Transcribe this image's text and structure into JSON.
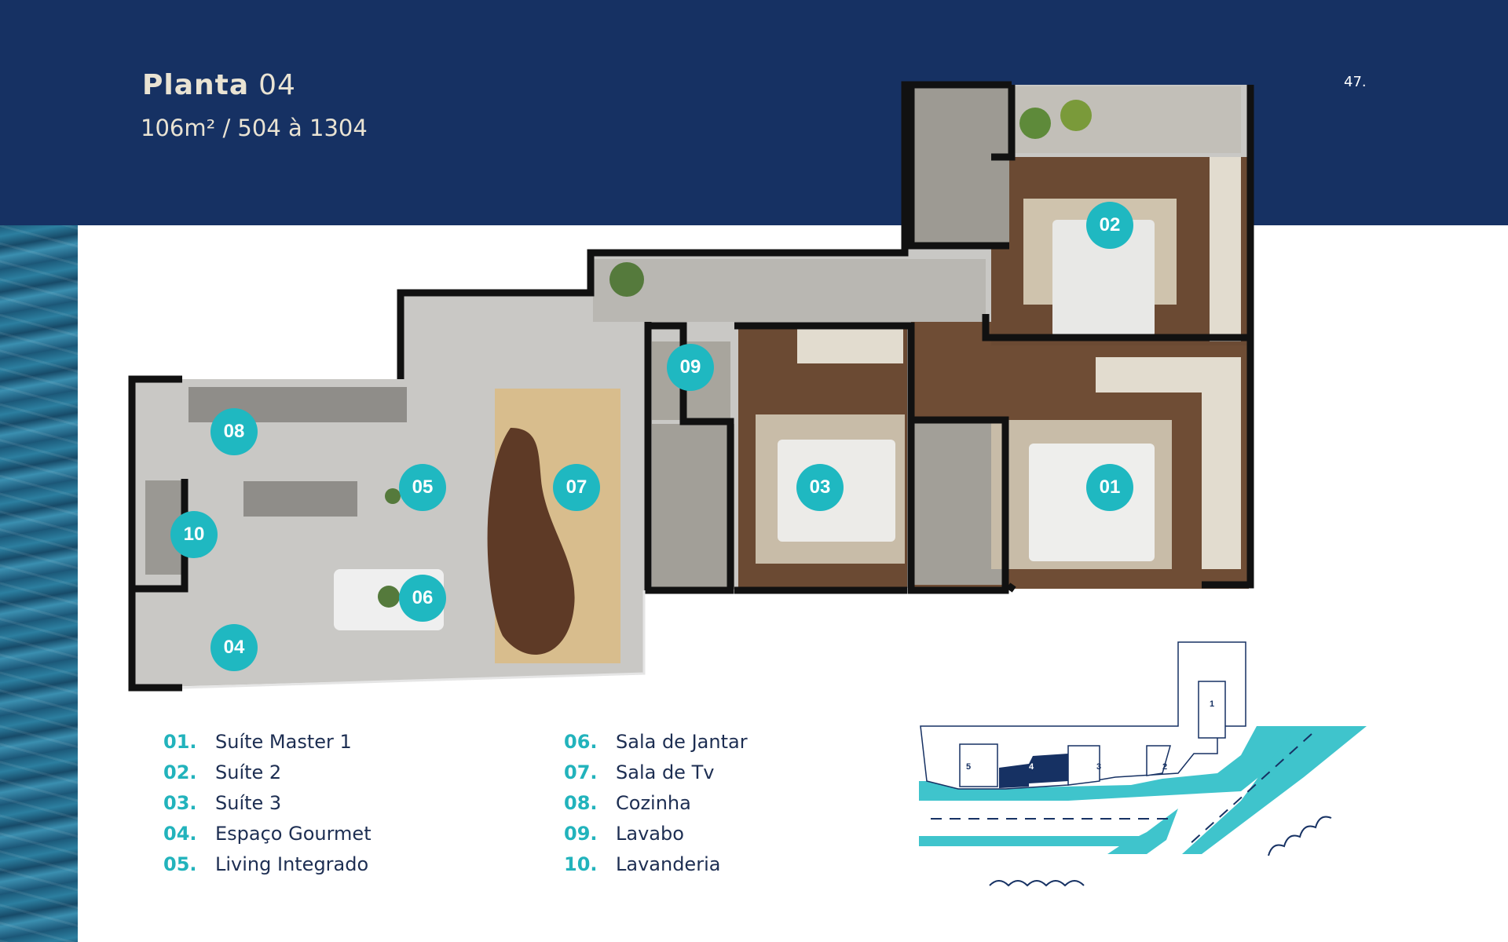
{
  "header": {
    "title_bold": "Planta",
    "title_number": "04",
    "subtitle": "106m²  / 504 à 1304",
    "page_number": "47."
  },
  "markers": [
    "01",
    "02",
    "03",
    "04",
    "05",
    "06",
    "07",
    "08",
    "09",
    "10"
  ],
  "legend": [
    {
      "num": "01.",
      "label": "Suíte Master 1"
    },
    {
      "num": "02.",
      "label": "Suíte 2"
    },
    {
      "num": "03.",
      "label": "Suíte 3"
    },
    {
      "num": "04.",
      "label": "Espaço Gourmet"
    },
    {
      "num": "05.",
      "label": "Living Integrado"
    },
    {
      "num": "06.",
      "label": "Sala de Jantar"
    },
    {
      "num": "07.",
      "label": "Sala de Tv"
    },
    {
      "num": "08.",
      "label": "Cozinha"
    },
    {
      "num": "09.",
      "label": "Lavabo"
    },
    {
      "num": "10.",
      "label": "Lavanderia"
    }
  ],
  "keyplan": {
    "units": [
      "1",
      "2",
      "3",
      "4",
      "5"
    ],
    "highlighted": "4"
  },
  "colors": {
    "header_bg": "#163163",
    "accent": "#1fb8c1",
    "text_dark": "#1d2e52",
    "title_text": "#e9e3d3"
  }
}
